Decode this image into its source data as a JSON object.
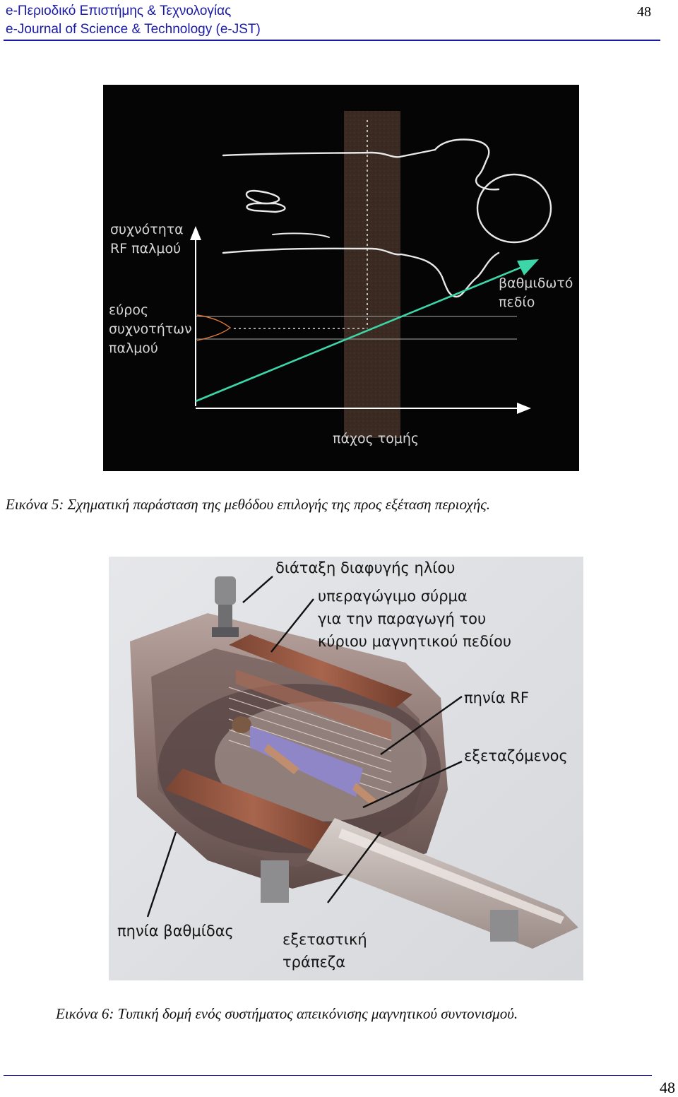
{
  "header": {
    "journal_gr": "e-Περιοδικό Επιστήμης & Τεχνολογίας",
    "journal_en": "e-Journal of Science & Technology (e-JST)",
    "page_number": "48"
  },
  "figure5": {
    "labels": {
      "rf_frequency": "συχνότητα\nRF παλμού",
      "bandwidth": "εύρος\nσυχνοτήτων\nπαλμού",
      "gradient_field": "βαθμιδωτό\nπεδίο",
      "slice_thickness": "πάχος τομής"
    },
    "caption": "Εικόνα 5: Σχηματική παράσταση της μεθόδου επιλογής της προς εξέταση περιοχής."
  },
  "figure6": {
    "labels": {
      "helium": "διάταξη διαφυγής ηλίου",
      "superconducting_wire": "υπεραγώγιμο σύρμα\nγια την παραγωγή του\nκύριου μαγνητικού πεδίου",
      "rf_coil": "πηνία RF",
      "patient": "εξεταζόμενος",
      "gradient_coils": "πηνία βαθμίδας",
      "exam_table": "εξεταστική\nτράπεζα"
    },
    "caption": "Εικόνα 6: Τυπική δομή ενός συστήματος απεικόνισης μαγνητικού συντονισμού."
  },
  "footer": {
    "page_number": "48"
  }
}
